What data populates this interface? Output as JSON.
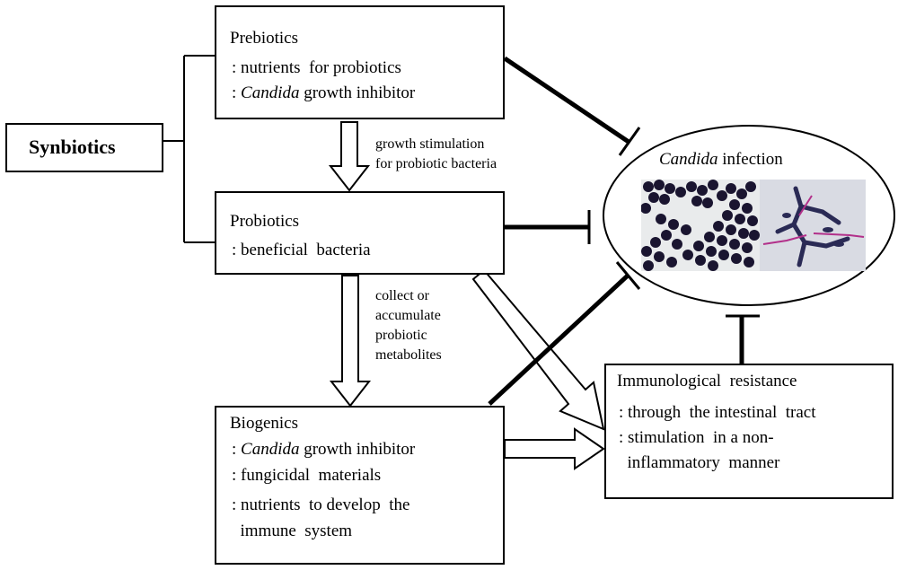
{
  "synbiotics": {
    "label": "Synbiotics"
  },
  "prebiotics": {
    "title": "Prebiotics",
    "line1": ": nutrients  for probiotics",
    "line2_prefix": ": ",
    "line2_italic": "Candida",
    "line2_rest": " growth inhibitor"
  },
  "probiotics": {
    "title": "Probiotics",
    "line1": ": beneficial  bacteria"
  },
  "biogenics": {
    "title": "Biogenics",
    "line1_prefix": ": ",
    "line1_italic": "Candida",
    "line1_rest": " growth inhibitor",
    "line2": ": fungicidal  materials",
    "line3": ": nutrients  to develop  the",
    "line4": "  immune  system"
  },
  "immunological": {
    "title": "Immunological  resistance",
    "line1": ": through  the intestinal  tract",
    "line2": ": stimulation  in a non-",
    "line3": "  inflammatory  manner"
  },
  "candida_infection": {
    "italic": "Candida",
    "rest": " infection"
  },
  "arrow_labels": {
    "growth_stimulation_1": "growth stimulation",
    "growth_stimulation_2": "for probiotic bacteria",
    "collect_1": "collect or",
    "collect_2": "accumulate",
    "collect_3": "probiotic",
    "collect_4": "metabolites"
  }
}
